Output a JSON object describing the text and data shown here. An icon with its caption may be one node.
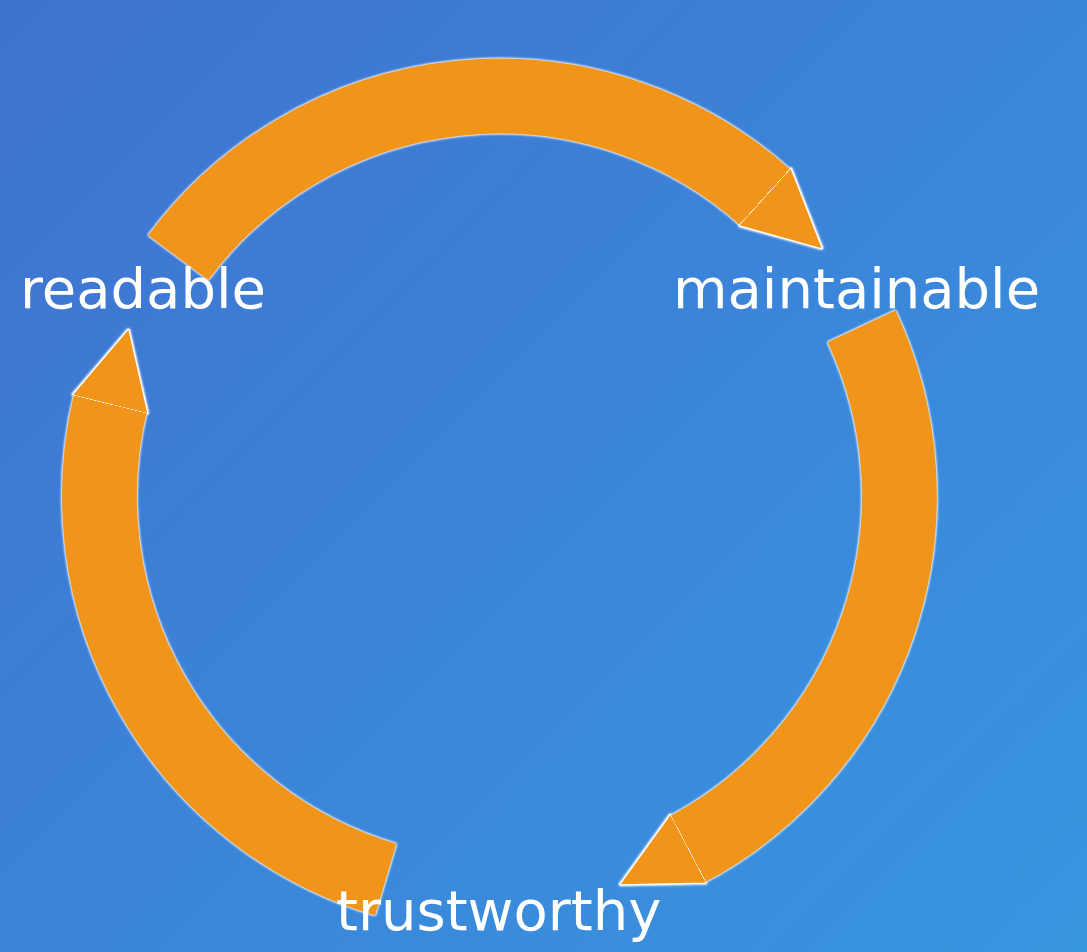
{
  "diagram": {
    "nodes": [
      {
        "text": [
          "readable"
        ]
      },
      {
        "text": [
          "maintainable"
        ]
      },
      {
        "text": [
          "trustworthy"
        ]
      }
    ],
    "edges": [
      {
        "from": 0,
        "to": 1,
        "arrow": "to"
      },
      {
        "from": 1,
        "to": 2,
        "arrow": "to"
      },
      {
        "from": 2,
        "to": 0,
        "arrow": "to"
      }
    ]
  }
}
